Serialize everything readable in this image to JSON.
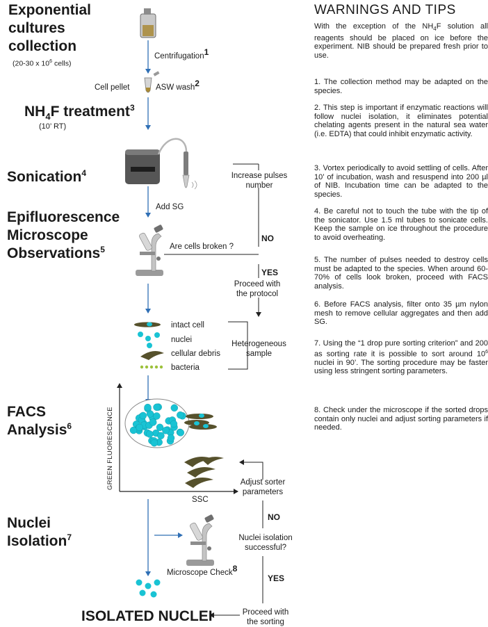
{
  "stages": {
    "collection": {
      "line1": "Exponential",
      "line2": "cultures",
      "line3": "collection",
      "cells_pre": "(20-30 x 10",
      "cells_sup": "6",
      "cells_post": " cells)"
    },
    "nh4f": {
      "pre": "NH",
      "sub": "4",
      "post": "F treatment",
      "sup": "3",
      "time": "(10’ RT)"
    },
    "sonication": {
      "title": "Sonication",
      "sup": "4"
    },
    "epi": {
      "line1": "Epifluorescence",
      "line2": "Microscope",
      "line3": "Observations",
      "sup": "5"
    },
    "facs": {
      "line1": "FACS",
      "line2": "Analysis",
      "sup": "6"
    },
    "nuclei": {
      "line1": "Nuclei",
      "line2": "Isolation",
      "sup": "7"
    },
    "final": "ISOLATED NUCLEI"
  },
  "labels": {
    "centrifugation": "Centrifugation",
    "centrifugation_sup": "1",
    "cell_pellet": "Cell pellet",
    "asw_wash": "ASW wash",
    "asw_sup": "2",
    "add_sg": "Add SG",
    "increase_1": "Increase pulses",
    "increase_2": "number",
    "are_cells_broken": "Are cells broken ?",
    "no": "NO",
    "yes": "YES",
    "proceed_1": "Proceed with",
    "proceed_2": "the protocol",
    "heterogeneous_1": "Heterogeneous",
    "heterogeneous_2": "sample",
    "adjust_1": "Adjust sorter",
    "adjust_2": "parameters",
    "nuclei_q1": "Nuclei isolation",
    "nuclei_q2": "successful?",
    "microscope_check": "Microscope Check",
    "microscope_sup": "8",
    "sorting_1": "Proceed with",
    "sorting_2": "the sorting"
  },
  "legend": [
    {
      "label": "intact cell",
      "icon": "intact-cell-icon"
    },
    {
      "label": "nuclei",
      "icon": "nuclei-icon"
    },
    {
      "label": "cellular debris",
      "icon": "debris-icon"
    },
    {
      "label": "bacteria",
      "icon": "bacteria-icon"
    }
  ],
  "plot": {
    "ylabel": "GREEN FLUORESCENCE",
    "xlabel": "SSC"
  },
  "tips": {
    "title": "WARNINGS AND TIPS",
    "intro_pre": "With the exception of the NH",
    "intro_sub": "4",
    "intro_post": "F solution all reagents should be placed on ice before the experiment. NIB should be prepared fresh prior to use.",
    "t1": "1. The collection method may be adapted on the species.",
    "t2": "2. This step is important if enzymatic reactions will follow nuclei isolation, it eliminates potential chelating agents present in the natural sea water (i.e. EDTA) that could inhibit enzymatic activity.",
    "t3": "3. Vortex periodically to avoid settling of cells. After 10’ of incubation, wash and resuspend into 200 µl  of NIB. Incubation time can be adapted to the species.",
    "t4": "4. Be careful not to touch the tube with the tip of the sonicator. Use 1.5 ml tubes to sonicate cells. Keep the sample on ice throughout the procedure to avoid overheating.",
    "t5": "5. The number of pulses needed to destroy cells must be adapted to the species. When around 60-70% of cells look broken, proceed with FACS analysis.",
    "t6": "6. Before FACS analysis, filter onto 35 µm nylon mesh to remove cellular aggregates and then add SG.",
    "t7_pre": "7. Using the “1 drop pure sorting criterion” and 200 as sorting rate it is possible to sort around 10",
    "t7_sup": "6",
    "t7_post": " nuclei in 90’. The sorting procedure may be faster using less stringent sorting parameters.",
    "t8": "8. Check under the microscope if the sorted drops contain only nuclei and adjust sorting parameters if needed."
  },
  "colors": {
    "arrow_blue": "#2f6fb5",
    "cyan": "#19c3d4",
    "olive": "#56512c",
    "bacteria_green": "#9cc13a"
  }
}
